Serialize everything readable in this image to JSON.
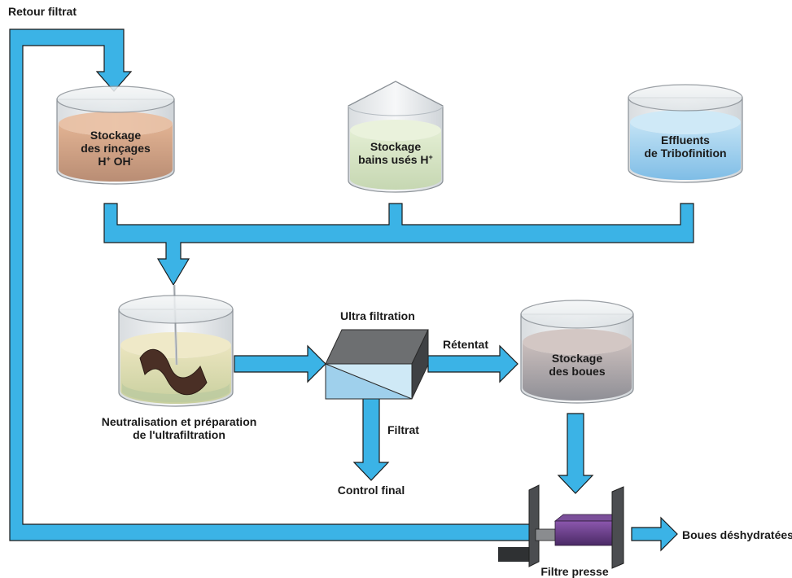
{
  "flow_labels": {
    "retour_filtrat": "Retour filtrat",
    "ultra_filtration": "Ultra filtration",
    "retentat": "Rétentat",
    "filtrat": "Filtrat",
    "control_final": "Control final",
    "boues_deshydratees": "Boues déshydratées",
    "filtre_presse": "Filtre presse"
  },
  "tanks": {
    "rincages": {
      "line1": "Stockage",
      "line2": "des rinçages",
      "line3_a": "H",
      "line3_a_sup": "+",
      "line3_b": " OH",
      "line3_b_sup": "-"
    },
    "bains": {
      "line1": "Stockage",
      "line2_a": "bains usés H",
      "line2_sup": "+"
    },
    "tribo": {
      "line1": "Effluents",
      "line2": "de Tribofinition"
    },
    "neutralisation": {
      "line1": "Neutralisation et préparation",
      "line2": "de l'ultrafiltration"
    },
    "boues": {
      "line1": "Stockage",
      "line2": "des boues"
    }
  },
  "colors": {
    "pipe": "#3bb3e6",
    "pipe_outline": "#1a1a1a",
    "rincages_liquid": "#d9a27e",
    "bains_liquid": "#d5e6c4",
    "tribo_liquid": "#9fd0ee",
    "neutral_liquid": "#e4deb0",
    "boues_liquid": "#bfb2b0",
    "press_plate": "#5b5b5b",
    "press_body": "#6b3d8c"
  }
}
